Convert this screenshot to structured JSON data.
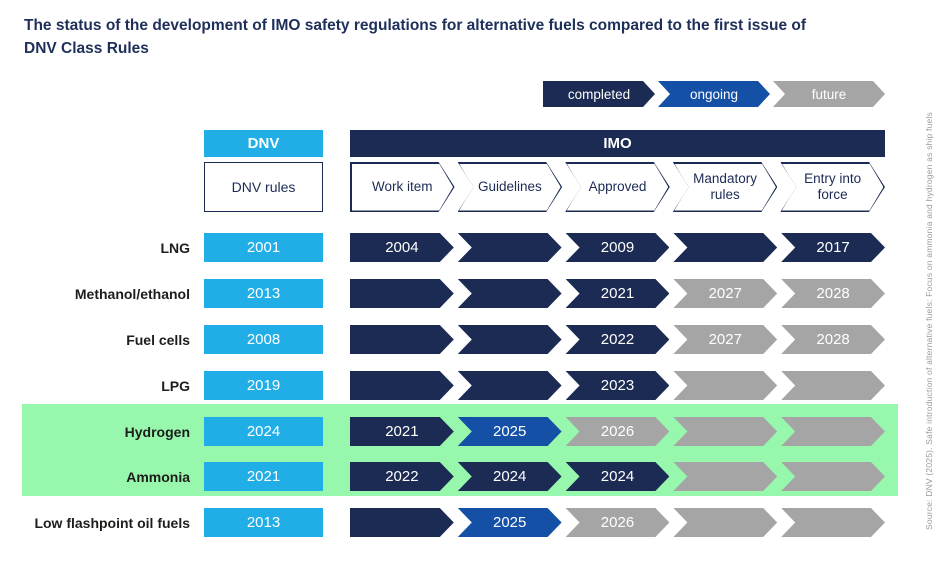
{
  "title": "The status of the development of IMO safety regulations for alternative fuels compared to the first issue of DNV Class Rules",
  "legend": {
    "items": [
      {
        "label": "completed",
        "status": "completed"
      },
      {
        "label": "ongoing",
        "status": "ongoing"
      },
      {
        "label": "future",
        "status": "future"
      }
    ]
  },
  "header": {
    "dnv": "DNV",
    "imo": "IMO",
    "dnv_rules": "DNV rules",
    "stages": [
      "Work item",
      "Guidelines",
      "Approved",
      "Mandatory rules",
      "Entry into force"
    ]
  },
  "source": "Source: DNV (2025). Safe introduction of alternative fuels: Focus on ammonia and hydrogen as ship fuels",
  "colors": {
    "completed": "#1c2b54",
    "ongoing": "#1450a5",
    "future": "#a5a5a5",
    "dnv_cyan": "#21aee6",
    "highlight_green": "#97f7ad",
    "title_navy": "#1e2f5a"
  },
  "chart_data": {
    "type": "table",
    "title": "The status of the development of IMO safety regulations for alternative fuels compared to the first issue of DNV Class Rules",
    "legend": [
      "completed",
      "ongoing",
      "future"
    ],
    "columns": [
      "DNV rules",
      "Work item",
      "Guidelines",
      "Approved",
      "Mandatory rules",
      "Entry into force"
    ],
    "rows": [
      {
        "fuel": "LNG",
        "dnv_year": "2001",
        "highlight": false,
        "stages": [
          {
            "year": "2004",
            "status": "completed"
          },
          {
            "year": "",
            "status": "completed"
          },
          {
            "year": "2009",
            "status": "completed"
          },
          {
            "year": "",
            "status": "completed"
          },
          {
            "year": "2017",
            "status": "completed"
          }
        ]
      },
      {
        "fuel": "Methanol/ethanol",
        "dnv_year": "2013",
        "highlight": false,
        "stages": [
          {
            "year": "",
            "status": "completed"
          },
          {
            "year": "",
            "status": "completed"
          },
          {
            "year": "2021",
            "status": "completed"
          },
          {
            "year": "2027",
            "status": "future"
          },
          {
            "year": "2028",
            "status": "future"
          }
        ]
      },
      {
        "fuel": "Fuel cells",
        "dnv_year": "2008",
        "highlight": false,
        "stages": [
          {
            "year": "",
            "status": "completed"
          },
          {
            "year": "",
            "status": "completed"
          },
          {
            "year": "2022",
            "status": "completed"
          },
          {
            "year": "2027",
            "status": "future"
          },
          {
            "year": "2028",
            "status": "future"
          }
        ]
      },
      {
        "fuel": "LPG",
        "dnv_year": "2019",
        "highlight": false,
        "stages": [
          {
            "year": "",
            "status": "completed"
          },
          {
            "year": "",
            "status": "completed"
          },
          {
            "year": "2023",
            "status": "completed"
          },
          {
            "year": "",
            "status": "future"
          },
          {
            "year": "",
            "status": "future"
          }
        ]
      },
      {
        "fuel": "Hydrogen",
        "dnv_year": "2024",
        "highlight": true,
        "stages": [
          {
            "year": "2021",
            "status": "completed"
          },
          {
            "year": "2025",
            "status": "ongoing"
          },
          {
            "year": "2026",
            "status": "future"
          },
          {
            "year": "",
            "status": "future"
          },
          {
            "year": "",
            "status": "future"
          }
        ]
      },
      {
        "fuel": "Ammonia",
        "dnv_year": "2021",
        "highlight": true,
        "stages": [
          {
            "year": "2022",
            "status": "completed"
          },
          {
            "year": "2024",
            "status": "completed"
          },
          {
            "year": "2024",
            "status": "completed"
          },
          {
            "year": "",
            "status": "future"
          },
          {
            "year": "",
            "status": "future"
          }
        ]
      },
      {
        "fuel": "Low flashpoint oil fuels",
        "dnv_year": "2013",
        "highlight": false,
        "stages": [
          {
            "year": "",
            "status": "completed"
          },
          {
            "year": "2025",
            "status": "ongoing"
          },
          {
            "year": "2026",
            "status": "future"
          },
          {
            "year": "",
            "status": "future"
          },
          {
            "year": "",
            "status": "future"
          }
        ]
      }
    ]
  }
}
